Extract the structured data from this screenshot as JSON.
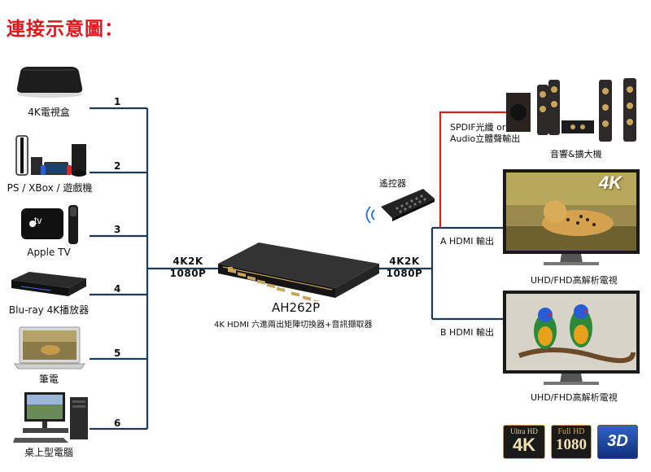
{
  "title": "連接示意圖：",
  "sources": [
    {
      "label": "4K電視盒",
      "port": "1"
    },
    {
      "label": "PS / XBox / 遊戲機",
      "port": "2"
    },
    {
      "label": "Apple TV",
      "port": "3",
      "logo": "tv"
    },
    {
      "label": "Blu-ray 4K播放器",
      "port": "4"
    },
    {
      "label": "筆電",
      "port": "5"
    },
    {
      "label": "桌上型電腦",
      "port": "6"
    }
  ],
  "input_res": {
    "line1": "4K2K",
    "line2": "1080P"
  },
  "output_res": {
    "line1": "4K2K",
    "line2": "1080P"
  },
  "device": {
    "model": "AH262P",
    "description": "4K HDMI 六進兩出矩陣切換器+音訊擷取器"
  },
  "remote_label": "遙控器",
  "outputs": {
    "spdif": "SPDIF光纖 or",
    "audio": "Audio立體聲輸出",
    "speaker_label": "音響&擴大機",
    "a_label": "A HDMI 輸出",
    "b_label": "B HDMI 輸出",
    "tv_label_a": "UHD/FHD高解析電視",
    "tv_label_b": "UHD/FHD高解析電視",
    "tv_a_badge": "4K"
  },
  "badges": {
    "uhd_top": "Ultra HD",
    "uhd_main": "4K",
    "fhd_top": "Full HD",
    "fhd_main": "1080",
    "d3_main": "3D"
  },
  "colors": {
    "title": "#e0161c",
    "line": "#1e3a57",
    "audio_line": "#d0231c",
    "gold": "#c9a45a"
  }
}
